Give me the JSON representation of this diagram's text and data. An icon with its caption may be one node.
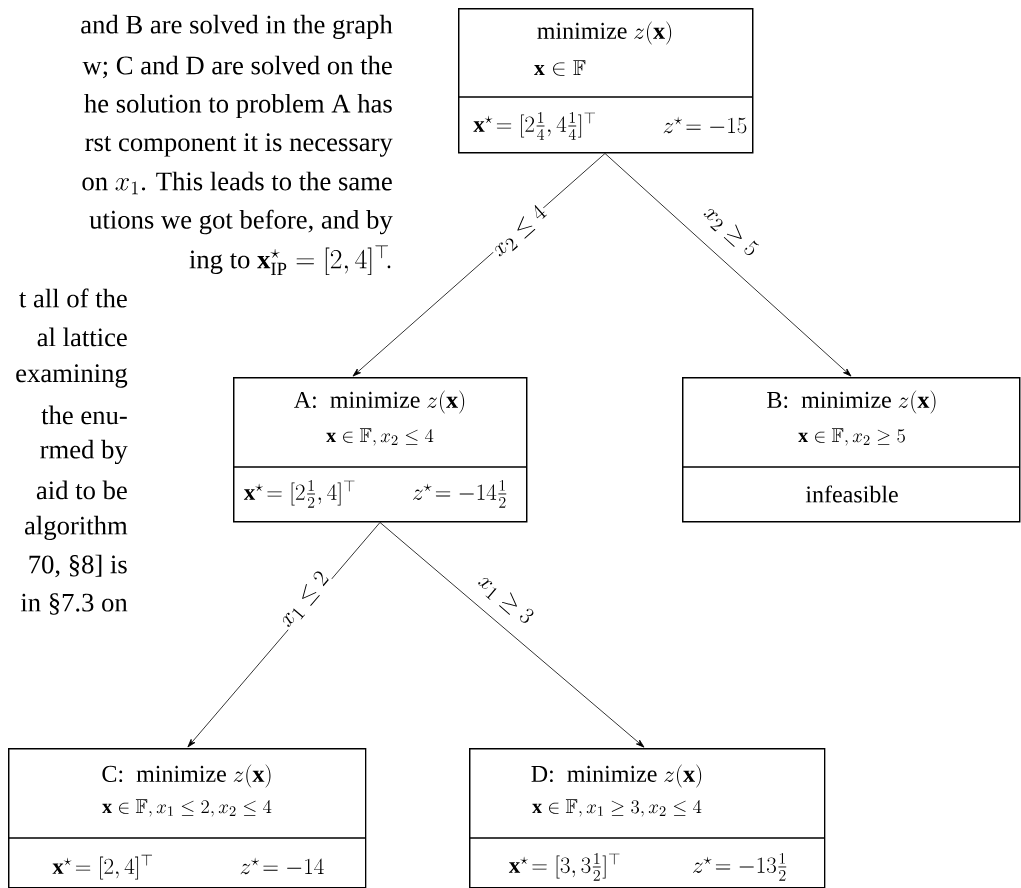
{
  "diagram": {
    "nodes": [
      {
        "text": [
          "\\text{minimize }z(\\mathbf{x})",
          "\\mathbf{x}\\in\\mathbb{F}",
          "\\mathbf{x}^{\\star}\\!=[2\\tfrac{1}{4},4\\tfrac{1}{4}]^{\\top}",
          "z^{\\star}\\!=-15"
        ]
      },
      {
        "text": [
          "\\text{A:\\ \\ minimize }z(\\mathbf{x})",
          "\\mathbf{x}\\in\\mathbb{F},x_2\\le 4",
          "\\mathbf{x}^{\\star}\\!=[2\\tfrac{1}{2},4]^{\\top}",
          "z^{\\star}\\!=-14\\tfrac{1}{2}"
        ]
      },
      {
        "text": [
          "\\text{B:\\ \\ minimize }z(\\mathbf{x})",
          "\\mathbf{x}\\in\\mathbb{F},x_2\\ge 5",
          "infeasible"
        ]
      },
      {
        "text": [
          "\\text{C:\\ \\ minimize }z(\\mathbf{x})",
          "\\mathbf{x}\\in\\mathbb{F},x_1\\le 2,x_2\\le 4",
          "\\mathbf{x}^{\\star}\\!=[2,4]^{\\top}",
          "z^{\\star}\\!=-14"
        ]
      },
      {
        "text": [
          "\\text{D:\\ \\ minimize }z(\\mathbf{x})",
          "\\mathbf{x}\\in\\mathbb{F},x_1\\ge 3,x_2\\le 4",
          "\\mathbf{x}^{\\star}\\!=[3,3\\tfrac{1}{2}]^{\\top}",
          "z^{\\star}\\!=-13\\tfrac{1}{2}"
        ]
      }
    ],
    "edges": [
      {
        "from": 0,
        "to": 1,
        "arrow": "to",
        "label": "x_2\\le 4"
      },
      {
        "from": 0,
        "to": 2,
        "arrow": "to",
        "label": "x_2\\ge 5"
      },
      {
        "from": 1,
        "to": 3,
        "arrow": "to",
        "label": "x_1\\le 2"
      },
      {
        "from": 1,
        "to": 4,
        "arrow": "to",
        "label": "x_1\\ge 3"
      }
    ],
    "labels": [
      "and B are solved in the graph",
      "w; C and D are solved on the",
      "he solution to problem A has",
      "rst component it is necessary",
      "\\text{on }x_1\\text{. This leads to the same}",
      "utions we got before, and by",
      "\\text{ing to }\\mathbf{x}^{\\star}_{\\mathrm{IP}}=[2,4]^{\\top}\\!.",
      "t all of the",
      "al lattice",
      "examining",
      "the enu-",
      "rmed by",
      "aid to be",
      "algorithm",
      "70, §8] is",
      "in §7.3 on"
    ]
  }
}
